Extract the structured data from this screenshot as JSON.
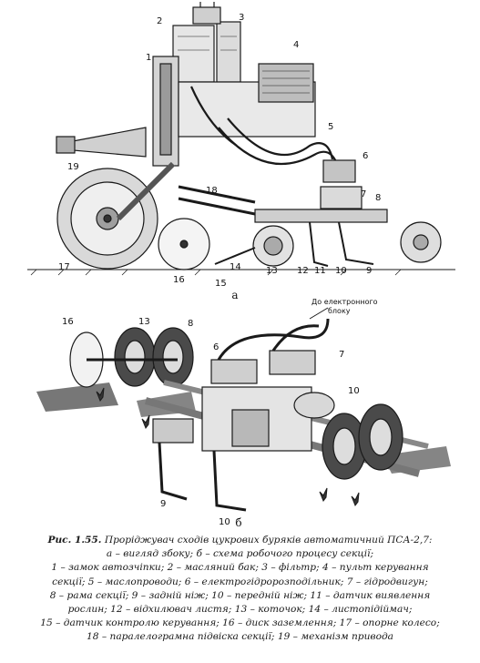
{
  "figure": {
    "sublabel_a": "а",
    "sublabel_b": "б",
    "note_b": [
      "До електронного",
      "блоку"
    ],
    "labels_a": [
      "1",
      "2",
      "3",
      "4",
      "5",
      "6",
      "7",
      "8",
      "9",
      "10",
      "11",
      "12",
      "13",
      "14",
      "15",
      "16",
      "17",
      "18",
      "19"
    ],
    "labels_b": [
      "16",
      "13",
      "8",
      "6",
      "7",
      "10",
      "9",
      "10"
    ]
  },
  "caption": {
    "title_bold": "Рис. 1.55.",
    "title_rest": " Проріджувач сходів цукрових буряків автоматичний ПСА-2,7:",
    "views": "а – вигляд збоку; б – схема робочого процесу секції;",
    "legend": [
      "1 – замок автозчіпки; 2 – масляний бак; 3 – фільтр; 4 – пульт керування",
      "секції; 5 – маслопроводи; 6 – електрогідророзподільник; 7 – гідродвигун;",
      "8 – рама секції; 9 – задній ніж; 10 – передній ніж; 11 – датчик виявлення",
      "рослин; 12 – відхилювач листя; 13 – коточок; 14 – листопідіймач;",
      "15 – датчик контролю керування; 16 – диск заземлення; 17 – опорне колесо;",
      "18 – паралелограмна підвіска секції; 19 – механізм привода"
    ]
  }
}
